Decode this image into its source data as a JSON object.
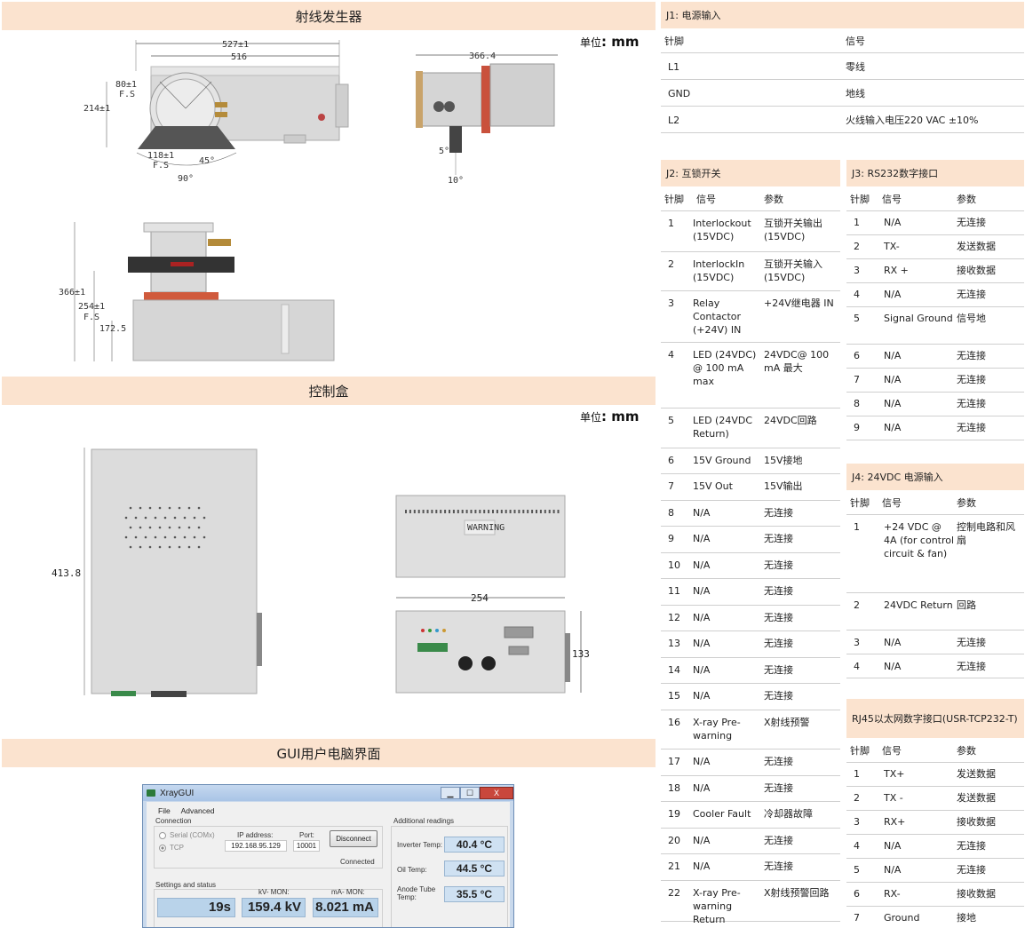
{
  "sections": {
    "generator": "射线发生器",
    "controlbox": "控制盒",
    "gui": "GUI用户电脑界面"
  },
  "unit": {
    "label": "单位",
    "value": ": mm"
  },
  "drawing1": {
    "d1": "527±1",
    "d2": "516",
    "d3": "80±1",
    "d4": "F.S",
    "d5": "214±1",
    "d6": "118±1",
    "d7": "F.S",
    "d8": "45°",
    "d9": "90°"
  },
  "drawing2": {
    "d1": "366.4",
    "d2": "5°",
    "d3": "10°"
  },
  "drawing3": {
    "d1": "366±1",
    "d2": "254±1",
    "d3": "F.S",
    "d4": "172.5"
  },
  "drawing4": {
    "d1": "413.8"
  },
  "drawing5": {
    "d1": "254",
    "d2": "133",
    "warning": "WARNING"
  },
  "gui": {
    "title": "XrayGUI",
    "ctrl_min": "▁",
    "ctrl_max": "☐",
    "ctrl_close": "X",
    "menu": [
      "File",
      "Advanced"
    ],
    "connection": "Connection",
    "radio1": "Serial (COMx)",
    "radio2": "TCP",
    "ip_label": "IP address:",
    "ip_value": "192.168.95.129",
    "port_label": "Port:",
    "port_value": "10001",
    "disconnect": "Disconnect",
    "connected": "Connected",
    "settings": "Settings and status",
    "kv_label": "kV- MON:",
    "ma_label": "mA- MON:",
    "timer": "19s",
    "kv": "159.4 kV",
    "ma": "8.021 mA",
    "additional": "Additional readings",
    "inv_label": "Inverter Temp:",
    "inv": "40.4 °C",
    "oil_label": "Oil Temp:",
    "oil": "44.5 °C",
    "anode_label": "Anode Tube Temp:",
    "anode": "35.5 °C"
  },
  "j1": {
    "title": "J1: 电源输入",
    "cols": [
      "针脚",
      "信号"
    ],
    "rows": [
      [
        "L1",
        "零线"
      ],
      [
        "GND",
        "地线"
      ],
      [
        "L2",
        "火线输入电压220 VAC ±10%"
      ]
    ]
  },
  "j2": {
    "title": "J2: 互锁开关",
    "cols": [
      "针脚",
      "信号",
      "参数"
    ],
    "rows": [
      [
        "1",
        "Interlockout (15VDC)",
        "互锁开关输出 (15VDC)"
      ],
      [
        "2",
        "InterlockIn (15VDC)",
        "互锁开关输入 (15VDC)"
      ],
      [
        "3",
        "Relay Contactor (+24V) IN",
        "+24V继电器 IN"
      ],
      [
        "4",
        "LED (24VDC) @ 100 mA max",
        "24VDC@ 100 mA 最大"
      ],
      [
        "5",
        "LED (24VDC Return)",
        "24VDC回路"
      ],
      [
        "6",
        "15V Ground",
        "15V接地"
      ],
      [
        "7",
        "15V Out",
        "15V输出"
      ],
      [
        "8",
        "N/A",
        "无连接"
      ],
      [
        "9",
        "N/A",
        "无连接"
      ],
      [
        "10",
        "N/A",
        "无连接"
      ],
      [
        "11",
        "N/A",
        "无连接"
      ],
      [
        "12",
        "N/A",
        "无连接"
      ],
      [
        "13",
        "N/A",
        "无连接"
      ],
      [
        "14",
        "N/A",
        "无连接"
      ],
      [
        "15",
        "N/A",
        "无连接"
      ],
      [
        "16",
        "X-ray Pre-warning",
        "X射线预警"
      ],
      [
        "17",
        "N/A",
        "无连接"
      ],
      [
        "18",
        "N/A",
        "无连接"
      ],
      [
        "19",
        "Cooler Fault",
        "冷却器故障"
      ],
      [
        "20",
        "N/A",
        "无连接"
      ],
      [
        "21",
        "N/A",
        "无连接"
      ],
      [
        "22",
        "X-ray Pre-warning Return",
        "X射线预警回路"
      ]
    ]
  },
  "j3": {
    "title": "J3: RS232数字接口",
    "cols": [
      "针脚",
      "信号",
      "参数"
    ],
    "rows": [
      [
        "1",
        "N/A",
        "无连接"
      ],
      [
        "2",
        "TX-",
        "发送数据"
      ],
      [
        "3",
        "RX +",
        "接收数据"
      ],
      [
        "4",
        "N/A",
        "无连接"
      ],
      [
        "5",
        "Signal Ground",
        "信号地"
      ],
      [
        "6",
        "N/A",
        "无连接"
      ],
      [
        "7",
        "N/A",
        "无连接"
      ],
      [
        "8",
        "N/A",
        "无连接"
      ],
      [
        "9",
        "N/A",
        "无连接"
      ]
    ]
  },
  "j4": {
    "title": "J4: 24VDC 电源输入",
    "cols": [
      "针脚",
      "信号",
      "参数"
    ],
    "rows": [
      [
        "1",
        "+24 VDC @ 4A (for control circuit & fan)",
        "控制电路和风扇"
      ],
      [
        "2",
        "24VDC Return",
        "回路"
      ],
      [
        "3",
        "N/A",
        "无连接"
      ],
      [
        "4",
        "N/A",
        "无连接"
      ]
    ]
  },
  "rj45": {
    "title": "RJ45以太网数字接口(USR-TCP232-T)",
    "cols": [
      "针脚",
      "信号",
      "参数"
    ],
    "rows": [
      [
        "1",
        "TX+",
        "发送数据"
      ],
      [
        "2",
        "TX -",
        "发送数据"
      ],
      [
        "3",
        "RX+",
        "接收数据"
      ],
      [
        "4",
        "N/A",
        "无连接"
      ],
      [
        "5",
        "N/A",
        "无连接"
      ],
      [
        "6",
        "RX-",
        "接收数据"
      ],
      [
        "7",
        "Ground",
        "接地"
      ]
    ]
  }
}
